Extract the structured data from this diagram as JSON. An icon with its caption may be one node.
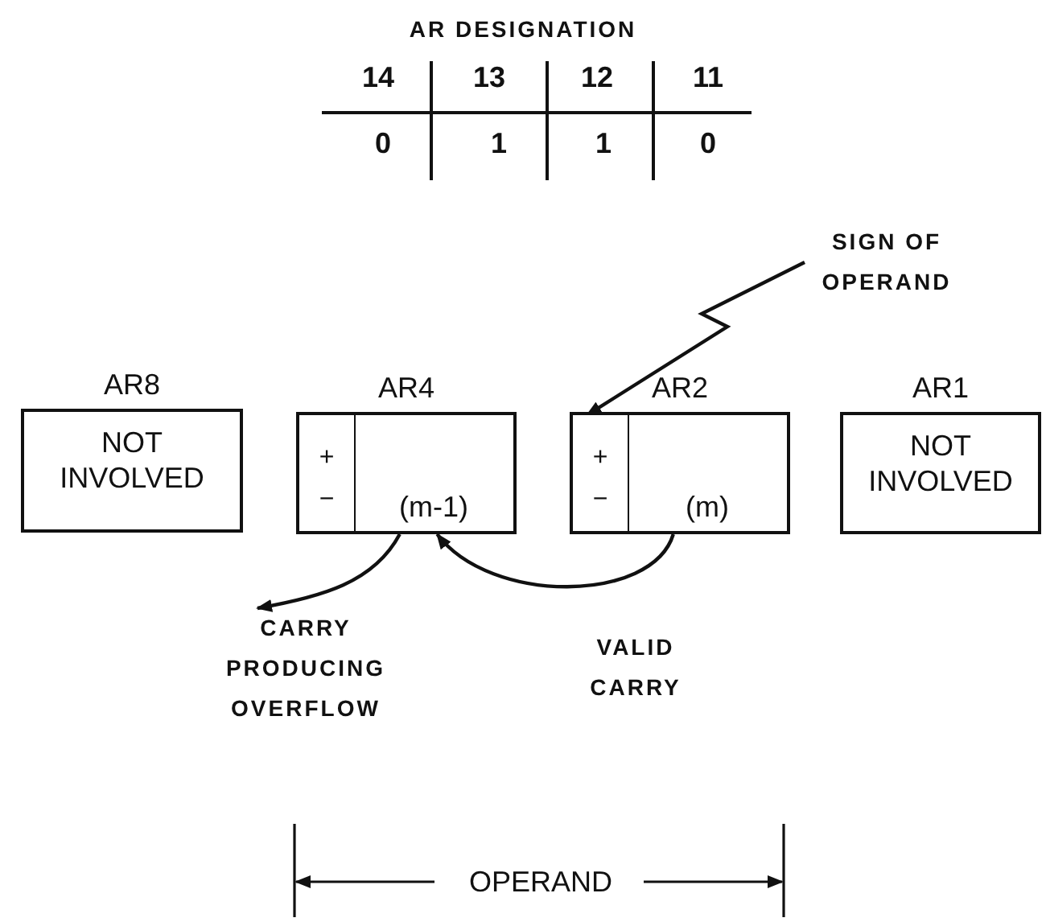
{
  "diagram": {
    "nodes": [
      {
        "text": [
          "AR8",
          "NOT INVOLVED"
        ]
      },
      {
        "text": [
          "AR4",
          "(m-1)"
        ]
      },
      {
        "text": [
          "+",
          "−"
        ],
        "in": 1
      },
      {
        "text": [
          "AR2",
          "(m)"
        ]
      },
      {
        "text": [
          "+",
          "−"
        ],
        "in": 3
      },
      {
        "text": [
          "AR1",
          "NOT INVOLVED"
        ]
      },
      {
        "text": [
          "SIGN OF OPERAND"
        ]
      },
      {
        "text": [
          "CARRY PRODUCING OVERFLOW"
        ]
      }
    ],
    "edges": [
      {
        "from": 6,
        "to": 4,
        "arrow": "to"
      },
      {
        "from": 3,
        "to": 1,
        "arrow": "to",
        "label": "VALID CARRY"
      },
      {
        "from": 1,
        "to": 7,
        "arrow": "to"
      }
    ],
    "labels": [
      "AR DESIGNATION",
      "14",
      "13",
      "12",
      "11",
      "0",
      "1",
      "1",
      "0",
      "OPERAND"
    ]
  }
}
